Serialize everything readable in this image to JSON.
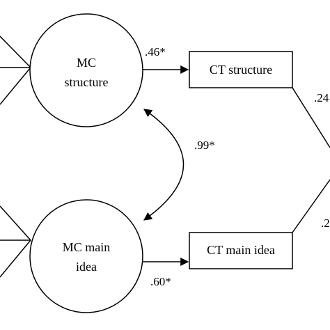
{
  "diagram": {
    "nodes": {
      "mc_structure": {
        "line1": "MC",
        "line2": "structure"
      },
      "mc_main_idea": {
        "line1": "MC main",
        "line2": "idea"
      },
      "ct_structure": {
        "label": "CT structure"
      },
      "ct_main_idea": {
        "label": "CT main idea"
      }
    },
    "coefficients": {
      "mc_structure_to_ct_structure": ".46*",
      "mc_main_idea_to_ct_main_idea": ".60*",
      "mc_correlation": ".99*",
      "ct_structure_right_partial": ".24",
      "ct_main_idea_right_partial": ".2"
    }
  }
}
